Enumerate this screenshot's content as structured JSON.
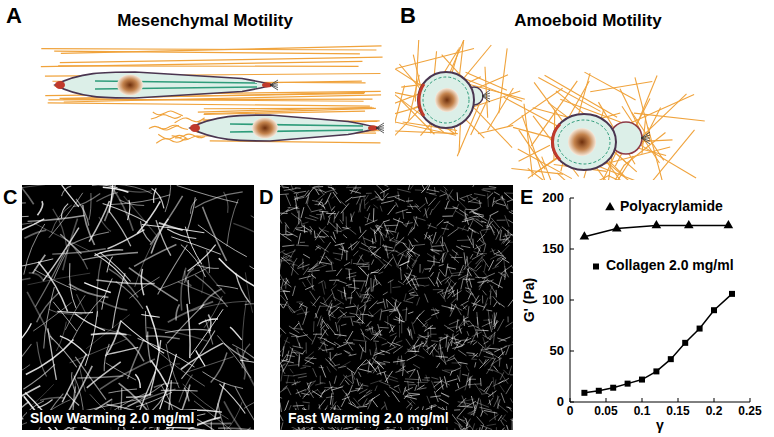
{
  "diagram": {
    "labels": [
      "A",
      "Mesenchymal Motility",
      "B",
      "Amoeboid Motility",
      "C",
      "Slow Warming 2.0 mg/ml",
      "D",
      "Fast Warming 2.0 mg/ml",
      "E",
      "G' (Pa)",
      "γ",
      "0",
      "50",
      "100",
      "150",
      "200",
      "0",
      "0.05",
      "0.1",
      "0.15",
      "0.2",
      "0.25"
    ],
    "legend": [
      {
        "text": "Polyacrylamide"
      },
      {
        "text": "Collagen 2.0 mg/ml"
      }
    ]
  }
}
